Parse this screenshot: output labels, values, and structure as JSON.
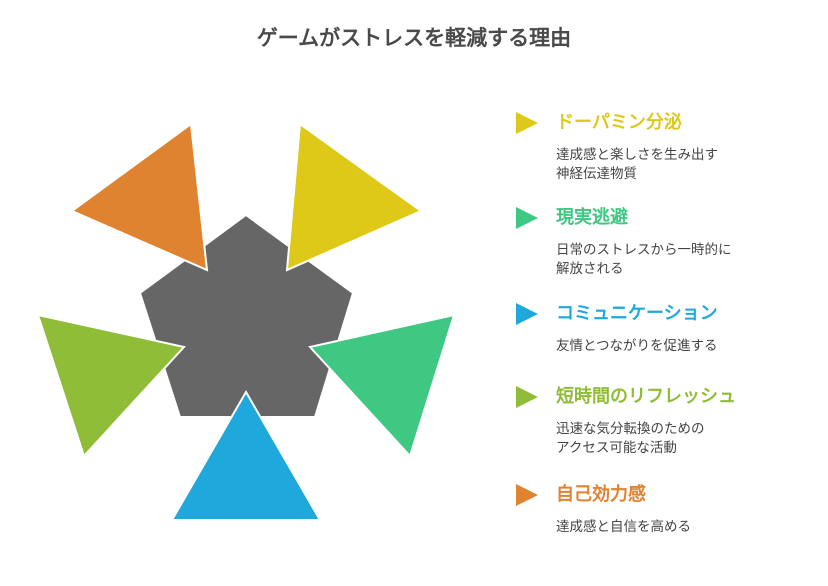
{
  "title": "ゲームがストレスを軽減する理由",
  "items": [
    {
      "heading": "ドーパミン分泌",
      "desc": "達成感と楽しさを生み出す\n神経伝達物質",
      "color": "#dfc918"
    },
    {
      "heading": "現実逃避",
      "desc": "日常のストレスから一時的に\n解放される",
      "color": "#3ec882"
    },
    {
      "heading": "コミュニケーション",
      "desc": "友情とつながりを促進する",
      "color": "#1fa8db"
    },
    {
      "heading": "短時間のリフレッシュ",
      "desc": "迅速な気分転換のための\nアクセス可能な活動",
      "color": "#8fbd38"
    },
    {
      "heading": "自己効力感",
      "desc": "達成感と自信を高める",
      "color": "#e08330"
    }
  ],
  "center_color": "#666666"
}
